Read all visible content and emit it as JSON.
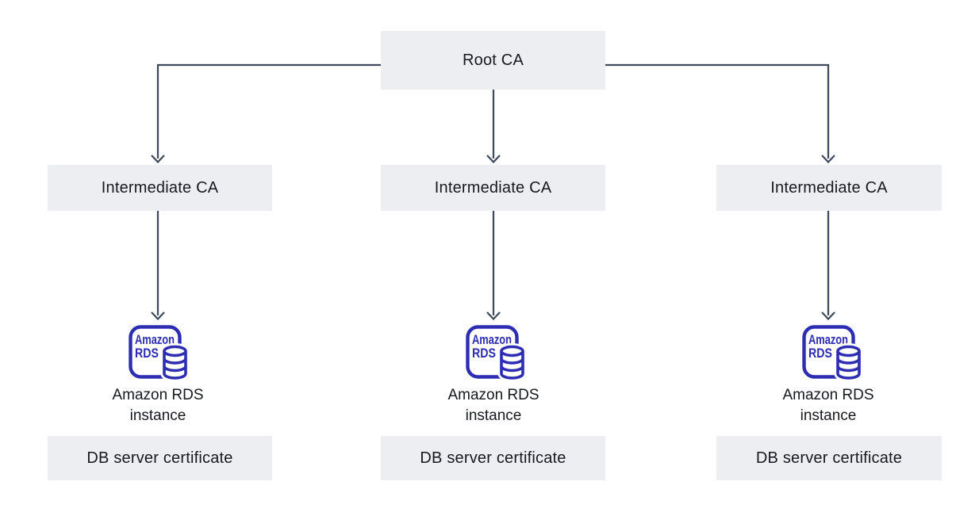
{
  "diagram": {
    "colors": {
      "background": "#FFFFFF",
      "box_fill": "#EDEEF2",
      "arrow": "#3F4B5C",
      "rds_icon": "#2D2DB4",
      "text": "#16191F"
    },
    "root": {
      "label": "Root CA"
    },
    "rds_icon": {
      "line1": "Amazon",
      "line2": "RDS"
    },
    "columns": [
      {
        "intermediate": "Intermediate CA",
        "instance_line1": "Amazon RDS",
        "instance_line2": "instance",
        "certificate": "DB server certificate"
      },
      {
        "intermediate": "Intermediate CA",
        "instance_line1": "Amazon RDS",
        "instance_line2": "instance",
        "certificate": "DB server certificate"
      },
      {
        "intermediate": "Intermediate CA",
        "instance_line1": "Amazon RDS",
        "instance_line2": "instance",
        "certificate": "DB server certificate"
      }
    ]
  }
}
